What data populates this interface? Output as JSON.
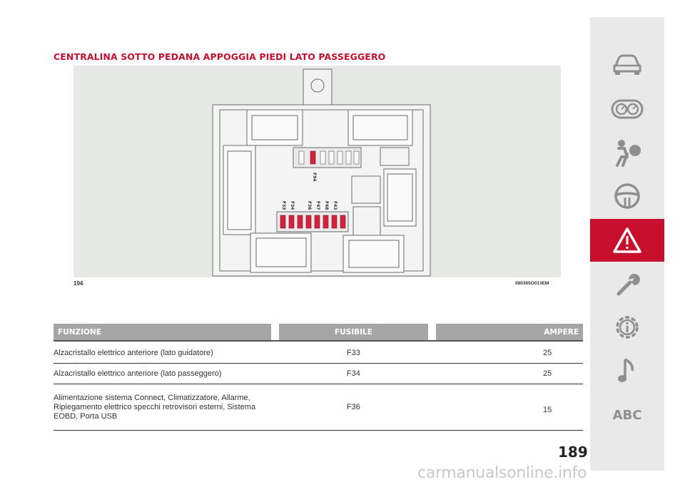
{
  "section_title": "CENTRALINA SOTTO PEDANA APPOGGIA PIEDI LATO PASSEGGERO",
  "figure": {
    "number": "194",
    "code": "080365O013EM",
    "labels": [
      "F94",
      "F33",
      "F34",
      "F36",
      "F47",
      "F48",
      "F43"
    ]
  },
  "table": {
    "headers": [
      "FUNZIONE",
      "FUSIBILE",
      "AMPERE"
    ],
    "rows": [
      {
        "funzione": "Alzacristallo elettrico anteriore (lato guidatore)",
        "fusibile": "F33",
        "ampere": "25"
      },
      {
        "funzione": "Alzacristallo elettrico anteriore (lato passeggero)",
        "fusibile": "F34",
        "ampere": "25"
      },
      {
        "funzione": "Alimentazione sistema Connect, Climatizzatore, Allarme, Ripiegamento elettrico specchi retrovisori esterni, Sistema EOBD, Porta USB",
        "fusibile": "F36",
        "ampere": "15"
      }
    ]
  },
  "page_number": "189",
  "sidebar": {
    "items": [
      {
        "icon": "car-icon"
      },
      {
        "icon": "dashboard-icon"
      },
      {
        "icon": "airbag-icon"
      },
      {
        "icon": "steering-wheel-icon"
      },
      {
        "icon": "warning-icon",
        "active": true
      },
      {
        "icon": "wrench-icon"
      },
      {
        "icon": "info-gear-icon"
      },
      {
        "icon": "music-note-icon"
      }
    ],
    "abc_label": "ABC"
  },
  "watermark": "carmanualsonline.info",
  "colors": {
    "accent": "#c8102e",
    "header_gray": "#a6a6a6",
    "sidebar_bg": "#e9e9e9",
    "icon_gray": "#8f8f8f"
  }
}
